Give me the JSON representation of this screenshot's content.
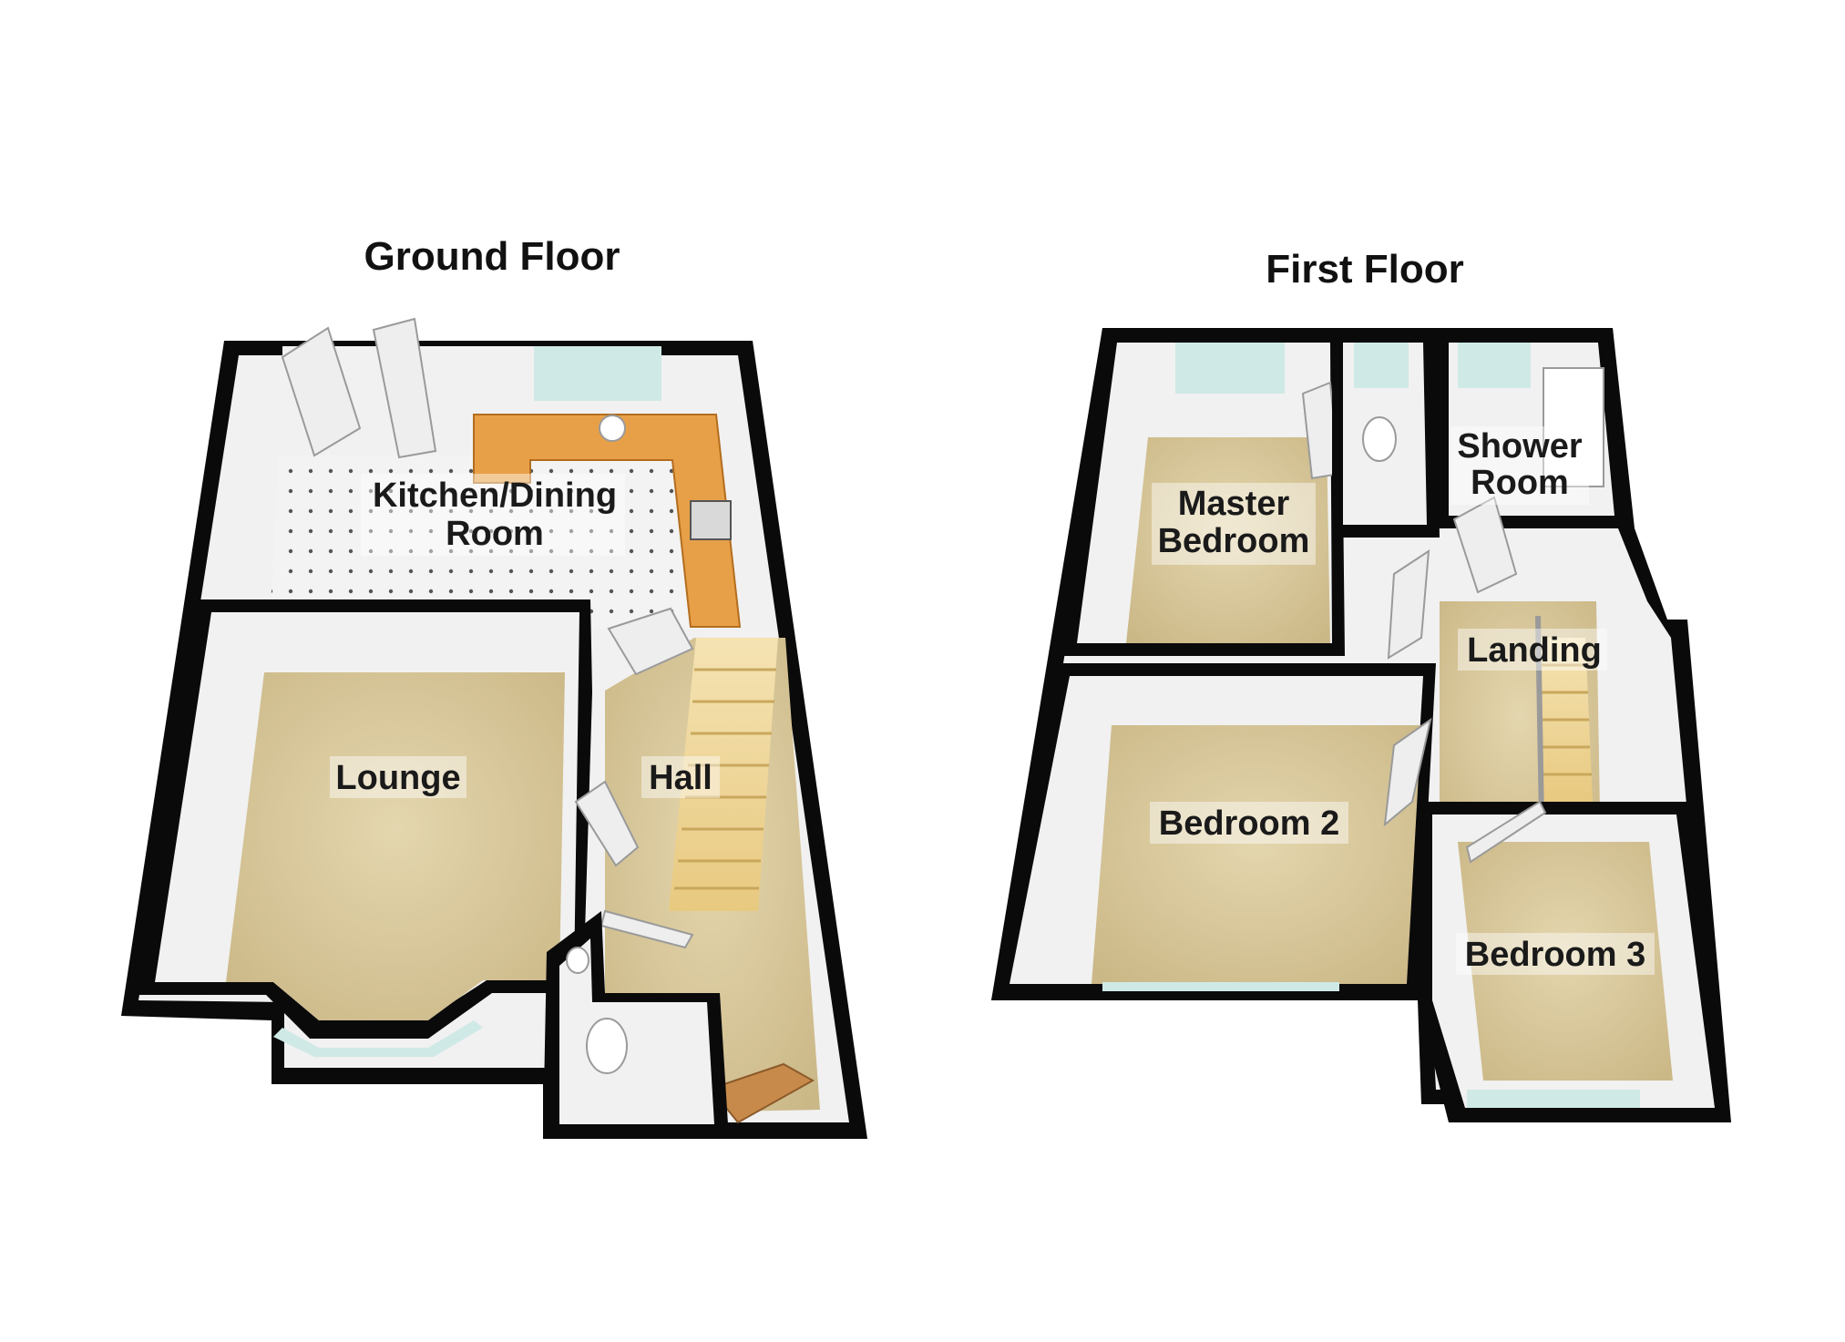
{
  "floors": {
    "ground": {
      "title": "Ground Floor",
      "rooms": {
        "kitchen_line1": "Kitchen/Dining",
        "kitchen_line2": "Room",
        "lounge": "Lounge",
        "hall": "Hall"
      }
    },
    "first": {
      "title": "First Floor",
      "rooms": {
        "master_line1": "Master",
        "master_line2": "Bedroom",
        "shower_line1": "Shower",
        "shower_line2": "Room",
        "landing": "Landing",
        "bedroom2": "Bedroom 2",
        "bedroom3": "Bedroom 3"
      }
    }
  },
  "colors": {
    "wall": "#0a0a0a",
    "carpet": "#d8c89c",
    "window": "#cfe9e6",
    "counter": "#e8a048"
  }
}
